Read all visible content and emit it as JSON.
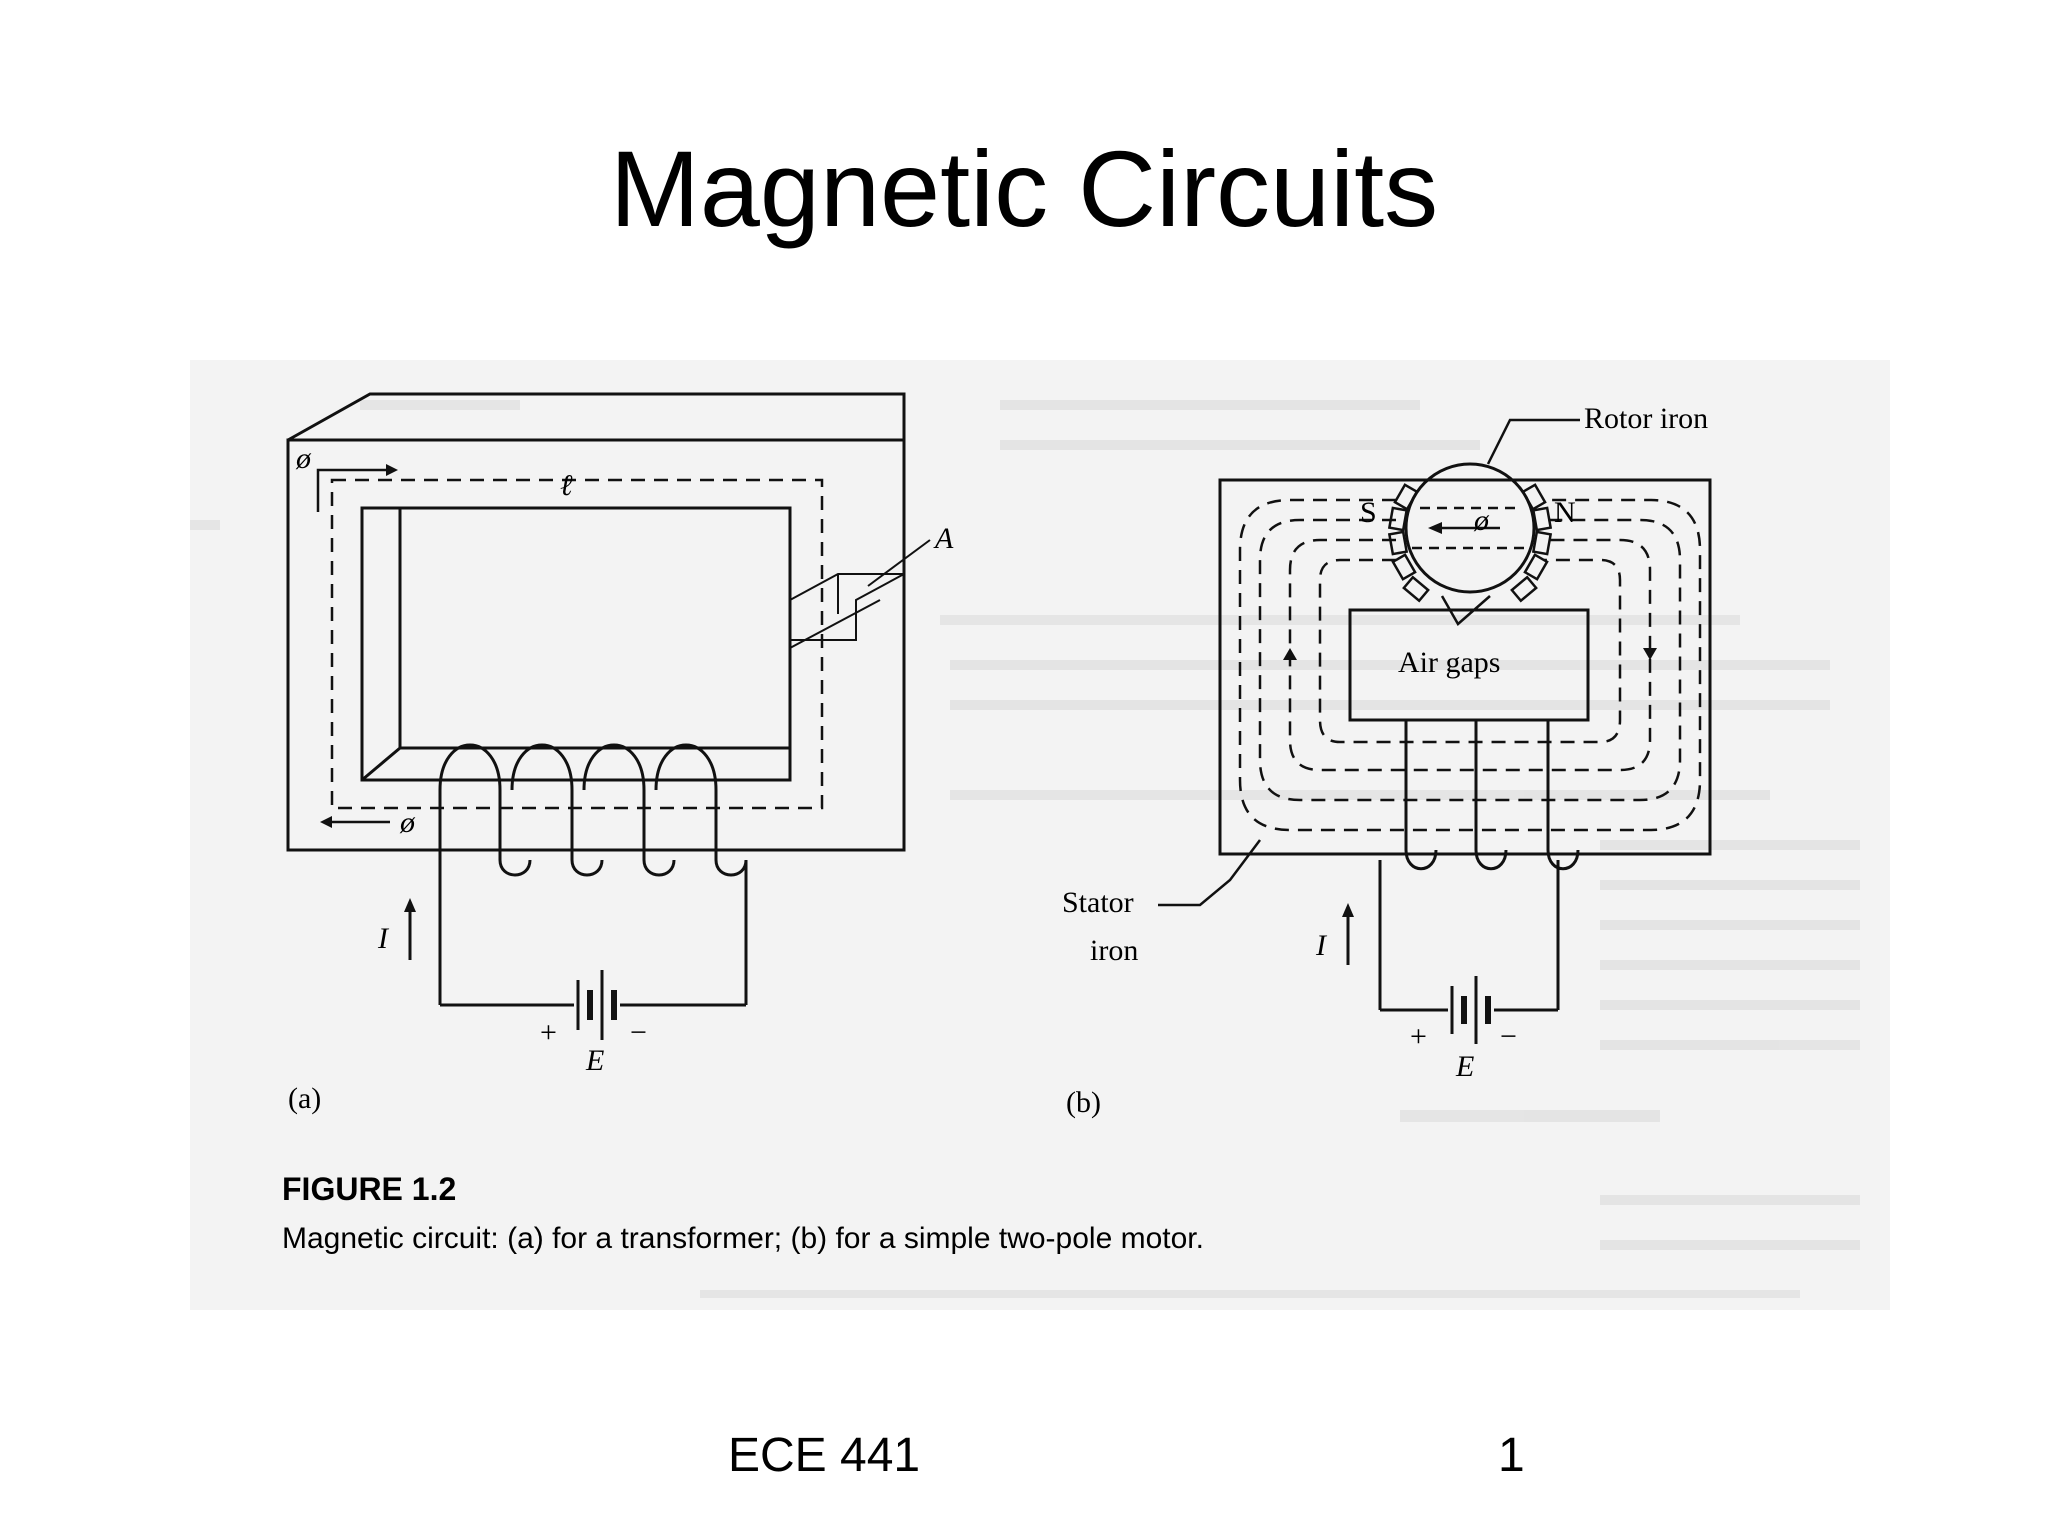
{
  "slide": {
    "title": "Magnetic Circuits",
    "footer_course": "ECE 441",
    "footer_page": "1"
  },
  "figure": {
    "number": "FIGURE 1.2",
    "caption": "Magnetic circuit: (a) for a transformer; (b) for a simple two-pole motor.",
    "panel_a": {
      "label": "(a)",
      "flux_symbol": "ø",
      "length_symbol": "ℓ",
      "area_symbol": "A",
      "current_symbol": "I",
      "source_symbol": "E",
      "plus": "+",
      "minus": "−"
    },
    "panel_b": {
      "label": "(b)",
      "rotor_label": "Rotor iron",
      "stator_label_line1": "Stator",
      "stator_label_line2": "iron",
      "air_gaps_label": "Air gaps",
      "south_pole": "S",
      "north_pole": "N",
      "flux_symbol": "ø",
      "current_symbol": "I",
      "source_symbol": "E",
      "plus": "+",
      "minus": "−"
    }
  }
}
